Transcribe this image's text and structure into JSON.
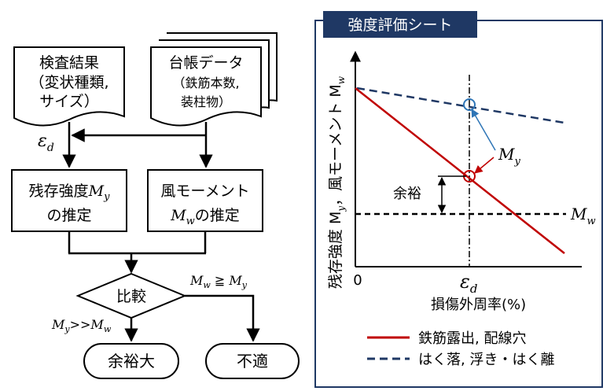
{
  "flowchart": {
    "inspection_result": {
      "line1": "検査結果",
      "line2": "（変状種類,",
      "line3": "サイズ）"
    },
    "ledger_data": {
      "line1": "台帳データ",
      "line2": "（鉄筋本数,",
      "line3": "装柱物）"
    },
    "epsilon_label": "ε",
    "epsilon_sub": "d",
    "residual_strength": {
      "line1_prefix": "残存強度",
      "line1_var": "M",
      "line1_sub": "y",
      "line2": "の推定"
    },
    "wind_moment": {
      "line1": "風モーメント",
      "line2_var": "M",
      "line2_sub": "w",
      "line2_suffix": "の推定"
    },
    "compare": "比較",
    "cond_left": {
      "a": "M",
      "a_sub": "y",
      "op": ">>",
      "b": "M",
      "b_sub": "w"
    },
    "cond_right": {
      "a": "M",
      "a_sub": "w",
      "op": " ≧ ",
      "b": "M",
      "b_sub": "y"
    },
    "outcome_left": "余裕大",
    "outcome_right": "不適"
  },
  "panel": {
    "title": "強度評価シート",
    "y_axis_label": "残存強度 M",
    "y_axis_label_mid": "，風モーメント M",
    "x_axis_label": "損傷外周率(%)",
    "origin": "0",
    "x_tick": "ε",
    "x_tick_sub": "d",
    "margin_label": "余裕",
    "my_label": "M",
    "my_sub": "y",
    "mw_label": "M",
    "mw_sub": "w",
    "legend": [
      {
        "label": "鉄筋露出, 配線穴",
        "color": "#c00000",
        "style": "solid"
      },
      {
        "label": "はく落, 浮き・はく離",
        "color": "#1f3864",
        "style": "dashed"
      }
    ],
    "colors": {
      "title_bg": "#1f3864",
      "frame": "#1f3864",
      "red": "#c00000",
      "blue": "#1f3864",
      "arrow": "#2e75b6"
    }
  }
}
